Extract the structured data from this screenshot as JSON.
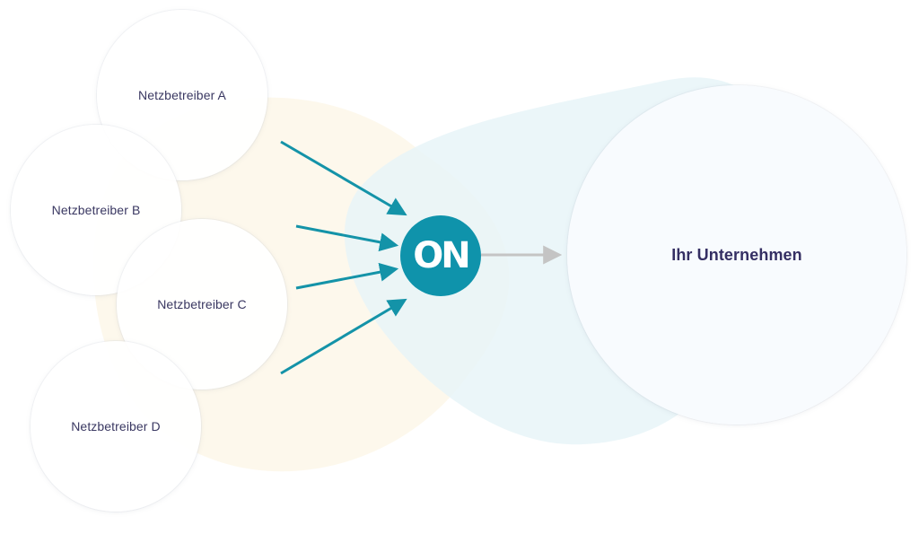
{
  "operators": [
    {
      "label": "Netzbetreiber A"
    },
    {
      "label": "Netzbetreiber B"
    },
    {
      "label": "Netzbetreiber C"
    },
    {
      "label": "Netzbetreiber D"
    }
  ],
  "hub": {
    "logo_text": "ON",
    "color": "#0f93ab"
  },
  "target": {
    "label": "Ihr Unternehmen"
  },
  "colors": {
    "arrow": "#1493a8",
    "output_arrow": "#c4c4c4",
    "blob_left": "#fdf7ea",
    "blob_right": "#e8f5f8",
    "text": "#3a3862"
  }
}
